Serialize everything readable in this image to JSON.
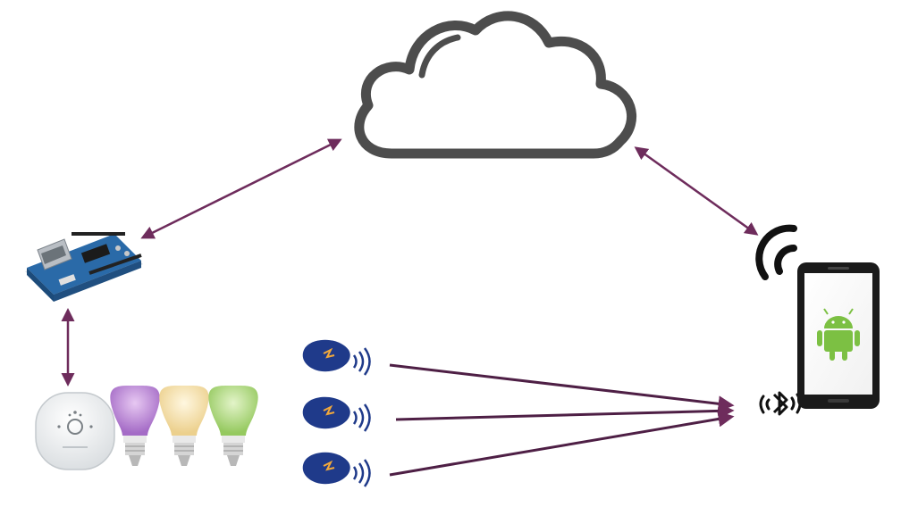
{
  "diagram": {
    "nodes": [
      {
        "id": "cloud",
        "icon": "cloud-icon"
      },
      {
        "id": "arduino",
        "icon": "arduino-ethernet-board"
      },
      {
        "id": "hue-bridge",
        "icon": "hub-device"
      },
      {
        "id": "bulbs",
        "icon": "smart-bulb",
        "count": 3,
        "colors": [
          "#b27bd1",
          "#f2d79a",
          "#a8d678"
        ]
      },
      {
        "id": "beacons",
        "icon": "ble-beacon",
        "count": 3,
        "color": "#1f3a8a"
      },
      {
        "id": "phone",
        "icon": "android-smartphone"
      }
    ],
    "links": [
      {
        "from": "arduino",
        "to": "cloud",
        "bidirectional": true
      },
      {
        "from": "phone",
        "to": "cloud",
        "bidirectional": true
      },
      {
        "from": "arduino",
        "to": "hue-bridge",
        "bidirectional": true
      },
      {
        "from": "beacons",
        "to": "phone",
        "via": "bluetooth",
        "count": 3
      }
    ],
    "colors": {
      "arrow": "#6e2c5c",
      "outline": "#4d4d4d",
      "android": "#7cc043",
      "beacon": "#1f3a8a"
    }
  }
}
